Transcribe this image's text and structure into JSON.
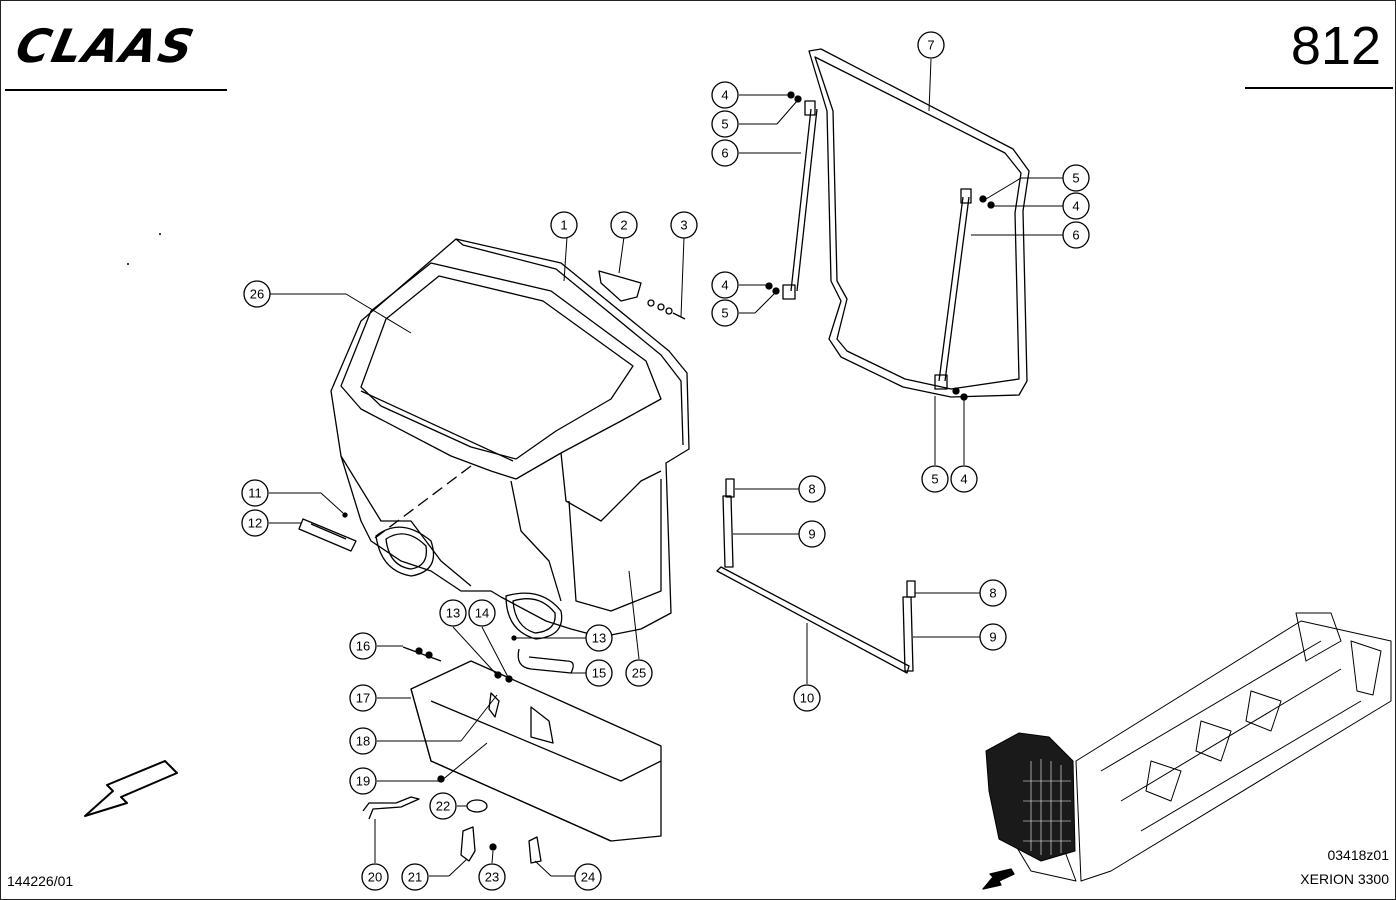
{
  "header": {
    "brand": "CLAAS",
    "page_number": "812"
  },
  "footer": {
    "left_code": "144226/01",
    "right_code": "03418z01",
    "model": "XERION 3300"
  },
  "callouts": [
    "1",
    "2",
    "3",
    "4",
    "5",
    "6",
    "7",
    "8",
    "9",
    "10",
    "11",
    "12",
    "13",
    "14",
    "15",
    "16",
    "17",
    "18",
    "19",
    "20",
    "21",
    "22",
    "23",
    "24",
    "25",
    "26"
  ],
  "colors": {
    "line": "#000000",
    "background": "#ffffff",
    "machine_dark": "#1a1a1a"
  }
}
